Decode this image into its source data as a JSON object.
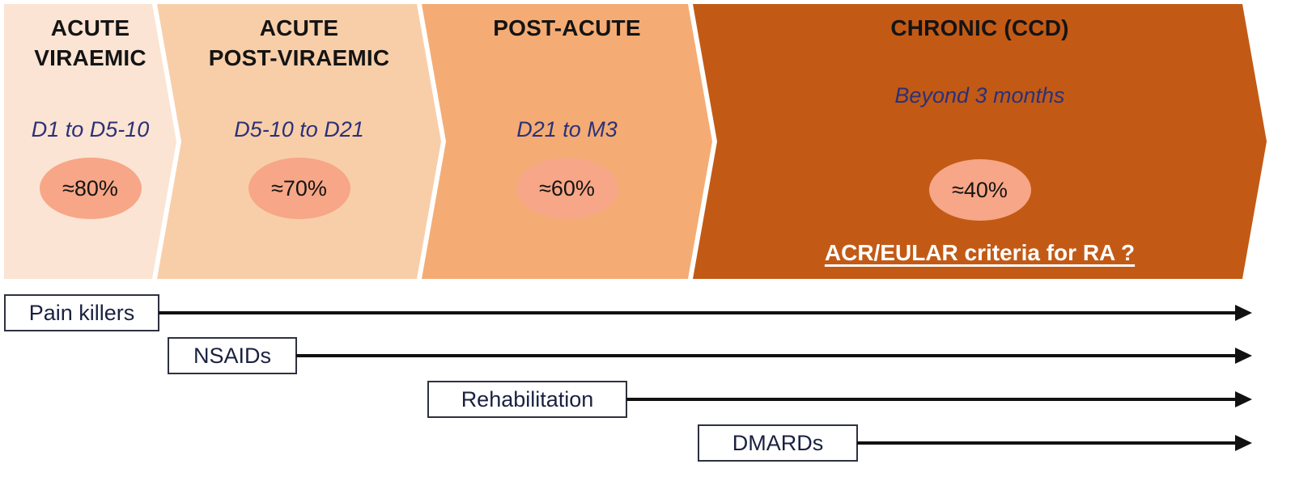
{
  "theme": {
    "phase_colors": [
      "#FBE4D3",
      "#F8CEA9",
      "#F4AC74",
      "#C25A16"
    ],
    "oval_color": "#F7A687",
    "period_text_color": "#2B3178",
    "note_text_color": "#FFFFFF",
    "arrow_color": "#111111"
  },
  "phases": [
    {
      "title": "ACUTE\nVIRAEMIC",
      "period": "D1 to D5-10",
      "percent": "≈80%"
    },
    {
      "title": "ACUTE\nPOST-VIRAEMIC",
      "period": "D5-10 to D21",
      "percent": "≈70%"
    },
    {
      "title": "POST-ACUTE",
      "period": "D21 to M3",
      "percent": "≈60%"
    },
    {
      "title": "CHRONIC (CCD)",
      "period": "Beyond 3 months",
      "percent": "≈40%",
      "note": "ACR/EULAR criteria for RA ?"
    }
  ],
  "treatments": [
    {
      "label": "Pain killers"
    },
    {
      "label": "NSAIDs"
    },
    {
      "label": "Rehabilitation"
    },
    {
      "label": "DMARDs"
    }
  ]
}
